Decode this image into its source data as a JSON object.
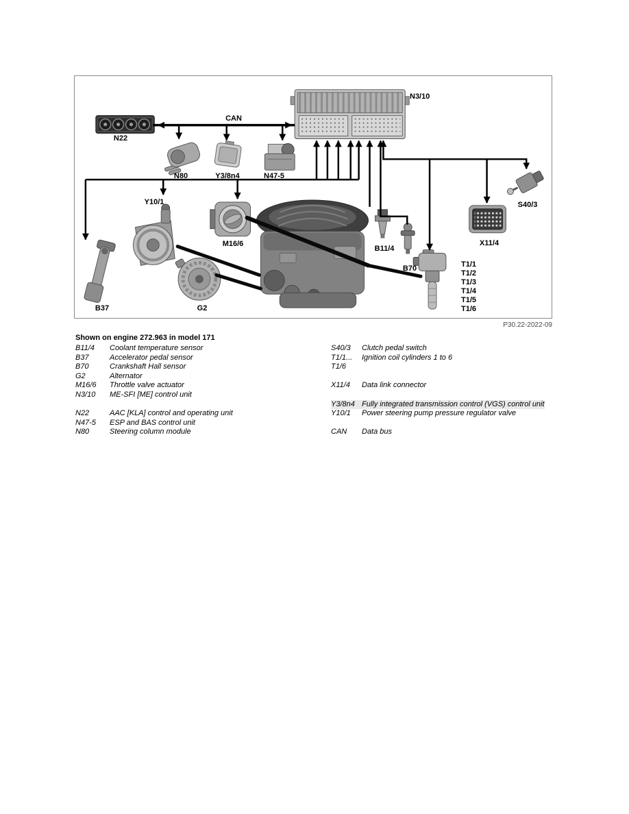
{
  "figure": {
    "ref": "P30.22-2022-09"
  },
  "diagram": {
    "labels": {
      "n3_10": "N3/10",
      "n22": "N22",
      "can": "CAN",
      "n80": "N80",
      "y3_8n4": "Y3/8n4",
      "n47_5": "N47-5",
      "s40_3": "S40/3",
      "x11_4": "X11/4",
      "y10_1": "Y10/1",
      "m16_6": "M16/6",
      "b11_4": "B11/4",
      "b70": "B70",
      "g2": "G2",
      "b37": "B37",
      "t1": [
        "T1/1",
        "T1/2",
        "T1/3",
        "T1/4",
        "T1/5",
        "T1/6"
      ]
    }
  },
  "legend": {
    "title": "Shown on engine 272.963 in model 171",
    "left": [
      {
        "code": "B11/4",
        "desc": "Coolant temperature sensor"
      },
      {
        "code": "B37",
        "desc": "Accelerator pedal sensor"
      },
      {
        "code": "B70",
        "desc": "Crankshaft Hall sensor"
      },
      {
        "code": "G2",
        "desc": "Alternator"
      },
      {
        "code": "M16/6",
        "desc": "Throttle valve actuator"
      },
      {
        "code": "N3/10",
        "desc": "ME-SFI [ME] control unit"
      },
      {
        "code": "N22",
        "desc": "AAC [KLA] control and operating unit"
      },
      {
        "code": "N47-5",
        "desc": "ESP and BAS control unit"
      },
      {
        "code": "N80",
        "desc": "Steering column module"
      }
    ],
    "right": [
      {
        "code": "S40/3",
        "desc": "Clutch pedal switch"
      },
      {
        "code": "T1/1...",
        "desc": "Ignition coil cylinders 1 to 6"
      },
      {
        "code": "T1/6",
        "desc": ""
      },
      {
        "code": "X11/4",
        "desc": "Data link connector"
      },
      {
        "code": "Y3/8n4",
        "desc": "Fully integrated transmission control (VGS) control unit"
      },
      {
        "code": "Y10/1",
        "desc": "Power steering pump pressure regulator valve"
      },
      {
        "code": "CAN",
        "desc": "Data bus"
      }
    ]
  }
}
